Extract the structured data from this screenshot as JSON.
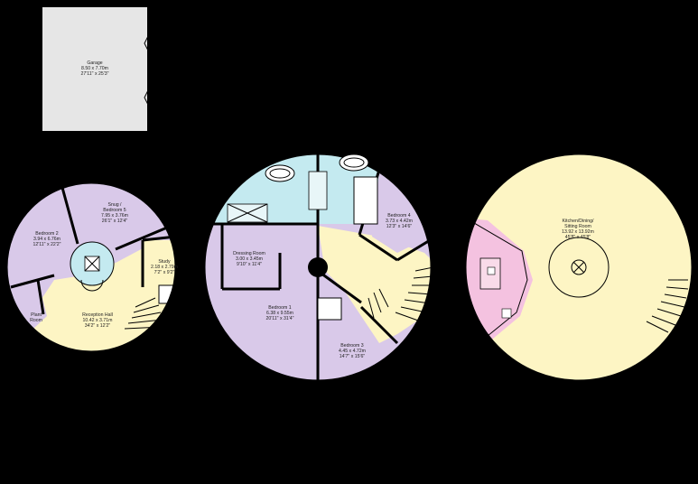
{
  "colors": {
    "background": "#000000",
    "garage": "#e6e6e6",
    "bedroom": "#d9c9e9",
    "hall": "#fdf5c4",
    "bathroom": "#c4eaf0",
    "kitchen_units": "#f4c2e0",
    "open_plan": "#fdf5c4"
  },
  "rooms": {
    "garage": {
      "name": "Garage",
      "metric": "8.50 x 7.70m",
      "imperial": "27'11\" x 25'3\""
    },
    "snug": {
      "name_line1": "Snug /",
      "name_line2": "Bedroom 5",
      "metric": "7.95 x 3.76m",
      "imperial": "26'1\" x 12'4\""
    },
    "bedroom2": {
      "name": "Bedroom 2",
      "metric": "3.94 x 6.76m",
      "imperial": "12'11\" x 22'2\""
    },
    "plant": {
      "name_line1": "Plant",
      "name_line2": "Room"
    },
    "reception": {
      "name": "Reception Hall",
      "metric": "10.42 x 3.71m",
      "imperial": "34'2\" x 12'2\""
    },
    "study": {
      "name": "Study",
      "metric": "2.18 x 2.79m",
      "imperial": "7'2\" x 9'2\""
    },
    "dressing": {
      "name": "Dressing Room",
      "metric": "3.00 x 3.45m",
      "imperial": "9'10\" x 11'4\""
    },
    "bedroom1": {
      "name": "Bedroom 1",
      "metric": "6.38 x 9.55m",
      "imperial": "20'11\" x 31'4\""
    },
    "bedroom4": {
      "name": "Bedroom 4",
      "metric": "3.73 x 4.42m",
      "imperial": "12'3\" x 14'6\""
    },
    "bedroom3": {
      "name": "Bedroom 3",
      "metric": "4.45 x 4.72m",
      "imperial": "14'7\" x 15'6\""
    },
    "kitchen": {
      "name_line1": "Kitchen/Dining/",
      "name_line2": "Sitting Room",
      "metric": "13.92 x 13.92m",
      "imperial": "45'8\" x 45'8\""
    }
  }
}
